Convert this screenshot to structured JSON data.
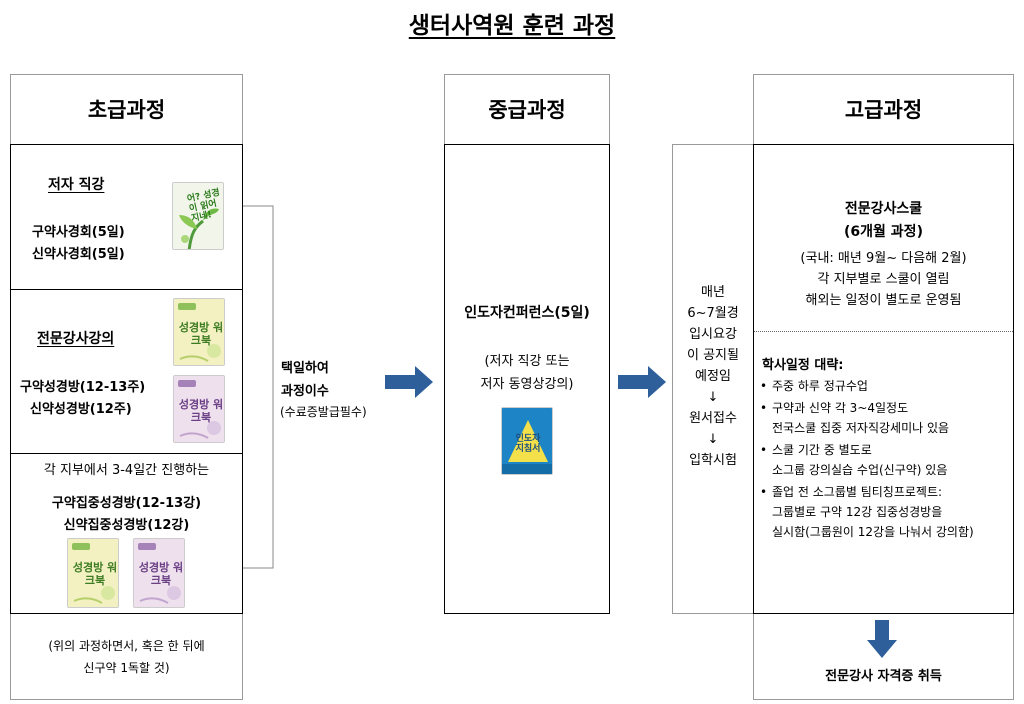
{
  "title": "생터사역원 훈련 과정",
  "beginner": {
    "header": "초급과정",
    "author_title": "저자 직강",
    "author_items": [
      "구약사경회(5일)",
      "신약사경회(5일)"
    ],
    "pro_title": "전문강사강의",
    "pro_items": [
      "구약성경방(12-13주)",
      "신약성경방(12주)"
    ],
    "branch_intro": "각 지부에서 3-4일간 진행하는",
    "branch_items": [
      "구약집중성경방(12-13강)",
      "신약집중성경방(12강)"
    ],
    "note_lines": [
      "(위의 과정하면서, 혹은 한 뒤에",
      "신구약 1독할 것)"
    ]
  },
  "connector": {
    "lines": [
      "택일하여",
      "과정이수"
    ],
    "note": "(수료증발급필수)"
  },
  "intermediate": {
    "header": "중급과정",
    "main": "인도자컨퍼런스(5일)",
    "sub_lines": [
      "(저자 직강 또는",
      "저자 동영상강의)"
    ]
  },
  "admission": {
    "lines": [
      "매년",
      "6~7월경",
      "입시요강",
      "이 공지될",
      "예정임",
      "↓",
      "원서접수",
      "↓",
      "입학시험"
    ]
  },
  "advanced": {
    "header": "고급과정",
    "school_title": "전문강사스쿨",
    "school_duration": "(6개월 과정)",
    "school_lines": [
      "(국내: 매년 9월~ 다음해 2월)",
      "각 지부별로 스쿨이 열림",
      "해외는 일정이 별도로 운영됨"
    ],
    "schedule_title": "학사일정 대략:",
    "schedule_items": [
      {
        "main": "주중 하루 정규수업",
        "sub": ""
      },
      {
        "main": "구약과 신약 각 3~4일정도",
        "sub": "전국스쿨 집중 저자직강세미나 있음"
      },
      {
        "main": "스쿨 기간 중 별도로",
        "sub": "소그룹 강의실습 수업(신구약) 있음"
      },
      {
        "main": "졸업 전 소그룹별 팀티칭프로젝트:",
        "sub": "그룹별로 구약 12강 집중성경방을",
        "sub2": "실시함(그룹원이 12강을 나눠서 강의함)"
      }
    ],
    "result": "전문강사 자격증 취득"
  },
  "books": {
    "book1_text": "어? 성경이 읽어지네!",
    "workbook_text": "성경방 워크북",
    "guide_text": "인도자 지침서"
  },
  "colors": {
    "arrow": "#2e5f9a",
    "border": "#000000",
    "panel_border": "#9a9a9a"
  }
}
